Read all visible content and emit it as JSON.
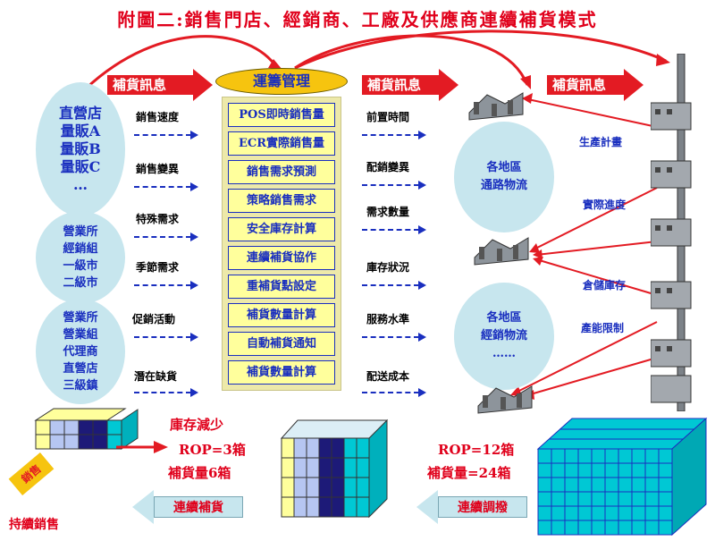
{
  "title": "附圖二:銷售門店、經銷商、工廠及供應商連續補貨模式",
  "left_groups": [
    {
      "lines": [
        "直營店",
        "量販A",
        "量販B",
        "量販C",
        "…"
      ]
    },
    {
      "lines": [
        "營業所",
        "經銷組",
        "一級市",
        "二級市"
      ]
    },
    {
      "lines": [
        "營業所",
        "營業組",
        "代理商",
        "直營店",
        "三級鎮"
      ]
    }
  ],
  "red_arrows": {
    "a1": "補貨訊息",
    "a2": "補貨訊息",
    "a3": "補貨訊息"
  },
  "ops": {
    "header": "運籌管理",
    "items": [
      "POS即時銷售量",
      "ECR實際銷售量",
      "銷售需求預測",
      "策略銷售需求",
      "安全庫存計算",
      "連續補貨協作",
      "重補貨點設定",
      "補貨數量計算",
      "自動補貨通知",
      "補貨數量計算"
    ]
  },
  "left_flow": [
    "銷售速度",
    "銷售變異",
    "特殊需求",
    "季節需求",
    "促銷活動",
    "潛在缺貨"
  ],
  "right_flow": [
    "前置時間",
    "配銷變異",
    "需求數量",
    "庫存狀況",
    "服務水準",
    "配送成本"
  ],
  "logistics": [
    {
      "lines": [
        "各地區",
        "通路物流"
      ]
    },
    {
      "lines": [
        "各地區",
        "經銷物流",
        "……"
      ]
    }
  ],
  "factory_labels": [
    "生產計畫",
    "實際進度",
    "倉儲庫存",
    "產能限制"
  ],
  "bottom": {
    "reduce": "庫存減少",
    "rop_left": "ROP=3箱",
    "qty_left": "補貨量6箱",
    "rop_right": "ROP=12箱",
    "qty_right": "補貨量=24箱",
    "sale_tag": "銷售",
    "continuous_sales": "持續銷售",
    "arrow_left": "連續補貨",
    "arrow_right": "連續調撥"
  },
  "colors": {
    "red": "#e31b23",
    "blue": "#1a2fbf",
    "cyan": "#c7e6ee",
    "yellow": "#ffff9c",
    "gold": "#f6c40f"
  }
}
